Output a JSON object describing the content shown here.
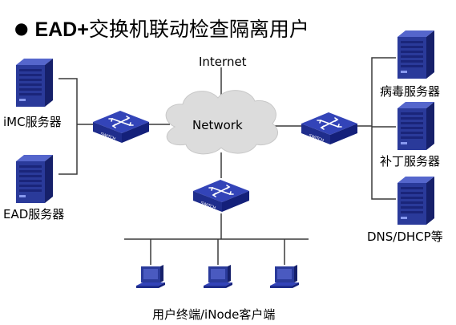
{
  "title": {
    "bullet": "●",
    "brand": "EAD+",
    "text": "交换机联动检查隔离用户"
  },
  "labels": {
    "internet": "Internet",
    "network": "Network",
    "imc_server": "iMC服务器",
    "ead_server": "EAD服务器",
    "virus_server": "病毒服务器",
    "patch_server": "补丁服务器",
    "dns_dhcp": "DNS/DHCP等",
    "clients": "用户终端/iNode客户端",
    "switch_text": "SWITCH"
  },
  "colors": {
    "line": "#3a3a3a",
    "switch_top": "#3344b8",
    "switch_front": "#1f2d8c",
    "server_front": "#2a3a9a",
    "server_side": "#16206a",
    "cloud": "#dcdcdc",
    "pc": "#2a3a9a"
  },
  "icons": {
    "switch": "network-switch-icon",
    "server": "server-tower-icon",
    "cloud": "cloud-icon",
    "pc": "desktop-computer-icon"
  }
}
